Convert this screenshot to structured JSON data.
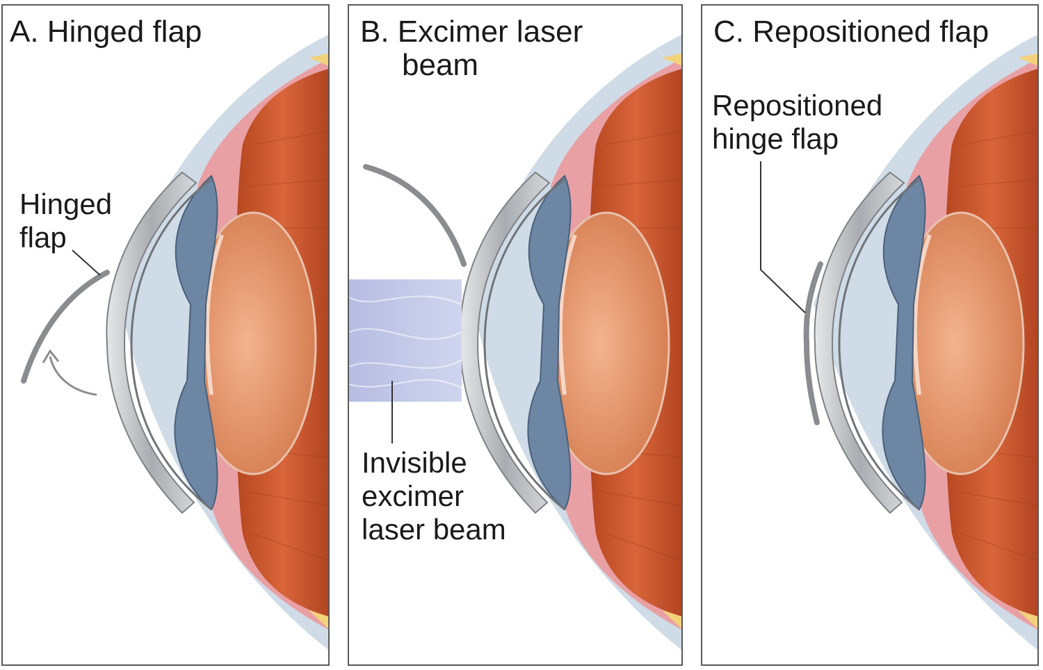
{
  "panels": [
    {
      "title": "A. Hinged flap",
      "label": [
        "Hinged",
        "flap"
      ]
    },
    {
      "title": [
        "B. Excimer laser",
        "beam"
      ],
      "label": [
        "Invisible",
        "excimer",
        "laser beam"
      ]
    },
    {
      "title": "C. Repositioned flap",
      "label": [
        "Repositioned",
        "hinge flap"
      ]
    }
  ],
  "colors": {
    "muscle": "#c8542a",
    "sclera": "#cfdbe6",
    "iris": "#6c86a4",
    "pink": "#e9a0a4",
    "lens": "#e49a74",
    "cornea": "#c7c9cc",
    "laser": "#c2c8e6"
  },
  "icons": [
    "curved-arrow-icon"
  ]
}
